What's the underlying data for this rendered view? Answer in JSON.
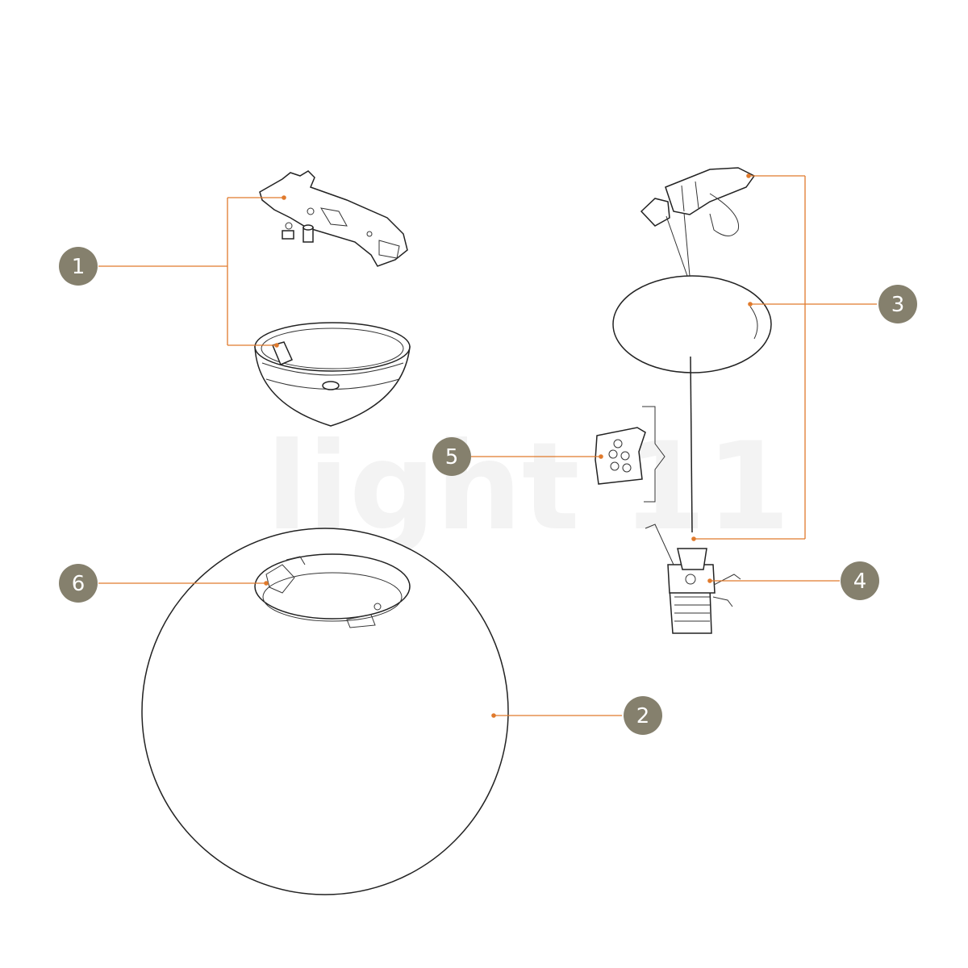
{
  "watermark": "light 11",
  "colors": {
    "callout_fill": "#85806d",
    "leader_line": "#e07a2c",
    "watermark": "#f3f3f3",
    "drawing_stroke": "#222222"
  },
  "callouts": [
    {
      "id": "1",
      "label": "1"
    },
    {
      "id": "2",
      "label": "2"
    },
    {
      "id": "3",
      "label": "3"
    },
    {
      "id": "4",
      "label": "4"
    },
    {
      "id": "5",
      "label": "5"
    },
    {
      "id": "6",
      "label": "6"
    }
  ]
}
